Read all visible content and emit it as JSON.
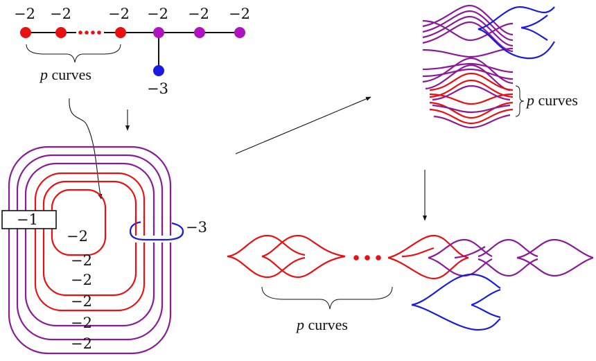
{
  "plumbing_graph": {
    "node_weights": [
      "−2",
      "−2",
      "−2",
      "−2",
      "−2",
      "−2"
    ],
    "bottom_weight": "−3",
    "node_colors": [
      "#e81010",
      "#e81010",
      "#e81010",
      "#b012c0",
      "#b012c0",
      "#b012c0"
    ],
    "bottom_color": "#1a1ae0",
    "brace_label_var": "p",
    "brace_label_word": " curves"
  },
  "kirby_diagram": {
    "framing_box": "−1",
    "framings": [
      "−2",
      "−2",
      "−2",
      "−2",
      "−2",
      "−2"
    ],
    "blue_framing": "−3"
  },
  "legendrian_top": {
    "brace_label_var": "p",
    "brace_label_word": " curves"
  },
  "legendrian_bottom": {
    "brace_label_var": "p",
    "brace_label_word": " curves"
  },
  "colors": {
    "red": "#e81010",
    "purple": "#8b1a99",
    "blue": "#1a1ae0"
  }
}
